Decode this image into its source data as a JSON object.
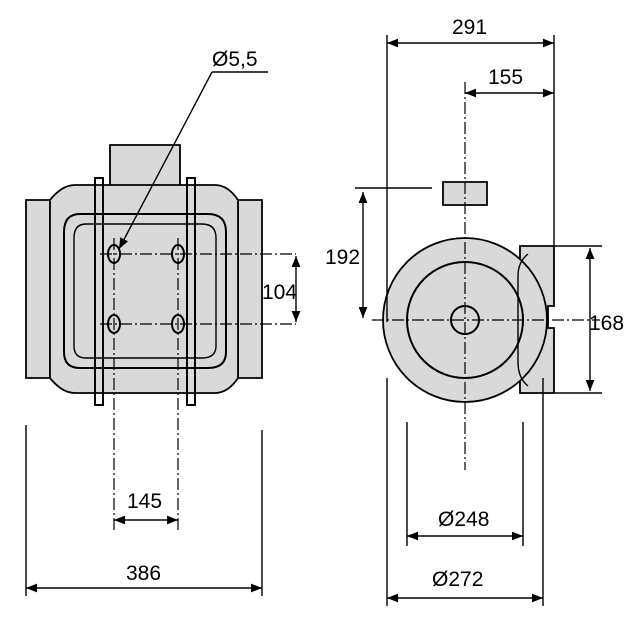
{
  "colors": {
    "line": "#000000",
    "fill": "#d9d9d9",
    "background": "#ffffff"
  },
  "dimensions": {
    "hole_diameter": "Ø5,5",
    "hole_spacing_vertical": "104",
    "hole_spacing_horizontal": "145",
    "overall_length": "386",
    "overall_width": "291",
    "spigot_offset": "155",
    "center_height": "192",
    "mount_plate_height": "168",
    "inner_diameter": "Ø248",
    "outer_diameter": "Ø272"
  }
}
